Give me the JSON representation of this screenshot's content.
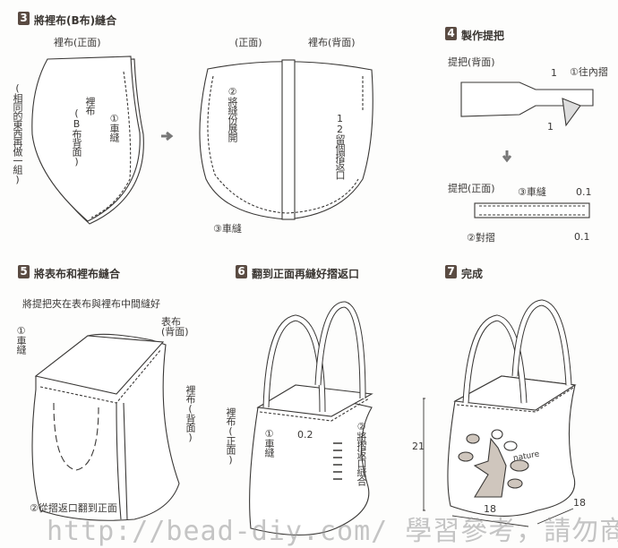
{
  "step3": {
    "num": "3",
    "title": "將裡布(B布)縫合",
    "label_lining_front": "裡布(正面)",
    "note_make_another": "(相同的東西再做一組)",
    "label_lining_b_back": "裡布",
    "label_b_back": "(B布背面)",
    "sew1": "①車縫",
    "label_front": "(正面)",
    "label_lining_back": "裡布(背面)",
    "open_seam": "②將縫份展開",
    "leave_opening": "12留個摺返口",
    "sew3": "③車縫"
  },
  "step4": {
    "num": "4",
    "title": "製作提把",
    "handle_back": "提把(背面)",
    "fold_in": "①往內摺",
    "dim_top": "1",
    "dim_bottom": "1",
    "handle_front": "提把(正面)",
    "sew3": "③車縫",
    "fold_half": "②對摺",
    "margin_top": "0.1",
    "margin_bottom": "0.1"
  },
  "step5": {
    "num": "5",
    "title": "將表布和裡布縫合",
    "note_handle": "將提把夾在表布與裡布中間縫好",
    "sew1": "①車縫",
    "outer_back": "表布(背面)",
    "lining_back": "裡布(背面)",
    "turn_out": "②從摺返口翻到正面"
  },
  "step6": {
    "num": "6",
    "title": "翻到正面再縫好摺返口",
    "lining_front": "裡布(正面)",
    "sew1": "①車縫",
    "margin": "0.2",
    "close_opening": "②將摺返口縫合"
  },
  "step7": {
    "num": "7",
    "title": "完成",
    "height": "21",
    "width": "18",
    "depth": "18",
    "applique_text": "nature"
  },
  "watermark": "http://bead-diy.com/ 學習參考，請勿商用",
  "colors": {
    "badge": "#5a4b42",
    "line": "#3a3836",
    "applique": "#cfc6bd"
  }
}
